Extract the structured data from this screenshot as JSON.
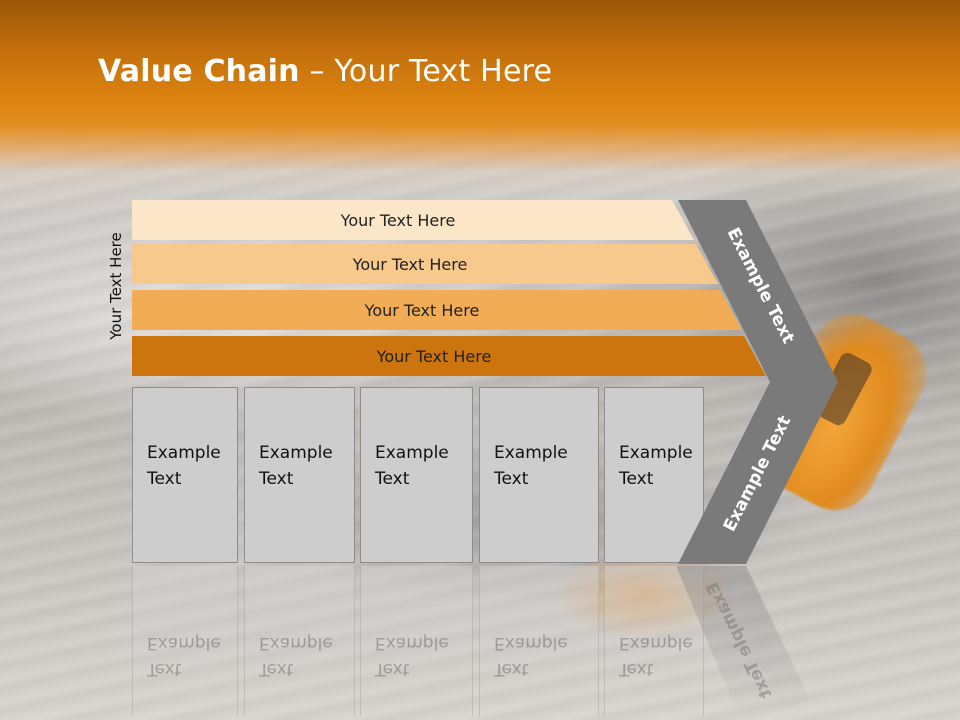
{
  "slide": {
    "title_bold": "Value Chain",
    "title_rest": " – Your Text Here",
    "side_label": "Your Text Here",
    "bars": [
      {
        "label": "Your Text Here",
        "color": "#fce6c8"
      },
      {
        "label": "Your Text Here",
        "color": "#f8c98c"
      },
      {
        "label": "Your Text Here",
        "color": "#f2ac55"
      },
      {
        "label": "Your Text Here",
        "color": "#cc740e"
      }
    ],
    "boxes": [
      {
        "line1": "Example",
        "line2": "Text"
      },
      {
        "line1": "Example",
        "line2": "Text"
      },
      {
        "line1": "Example",
        "line2": "Text"
      },
      {
        "line1": "Example",
        "line2": "Text"
      },
      {
        "line1": "Example",
        "line2": "Text"
      }
    ],
    "chevron": {
      "upper_label": "Example Text",
      "lower_label": "Example Text",
      "color": "#7a7a7a"
    },
    "colors": {
      "header": "#d9810f",
      "box_fill": "#cdcdcd"
    }
  }
}
